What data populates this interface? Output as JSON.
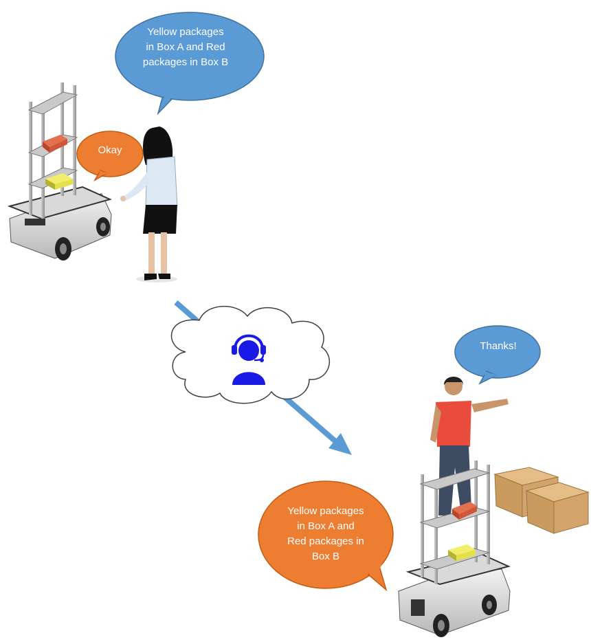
{
  "bubbles": {
    "woman_instruction": "Yellow packages\nin Box A and Red\npackages in Box B",
    "robot1_reply": "Okay",
    "man_reply": "Thanks!",
    "robot2_relay": "Yellow packages\nin Box A and\nRed packages in\nBox B"
  },
  "icons": {
    "remote_operator": "headset-operator-icon",
    "cloud": "cloud-icon",
    "transfer_arrow": "arrow-icon"
  },
  "colors": {
    "blue_bubble": "#5B9BD5",
    "blue_bubble_border": "#41719C",
    "orange_bubble": "#ED7D31",
    "orange_bubble_border": "#C55A11",
    "arrow": "#5B9BD5",
    "operator_icon": "#1A1AE6",
    "yellow_package": "#E3E04A",
    "red_package": "#D2563A",
    "box": "#D2A46B"
  }
}
